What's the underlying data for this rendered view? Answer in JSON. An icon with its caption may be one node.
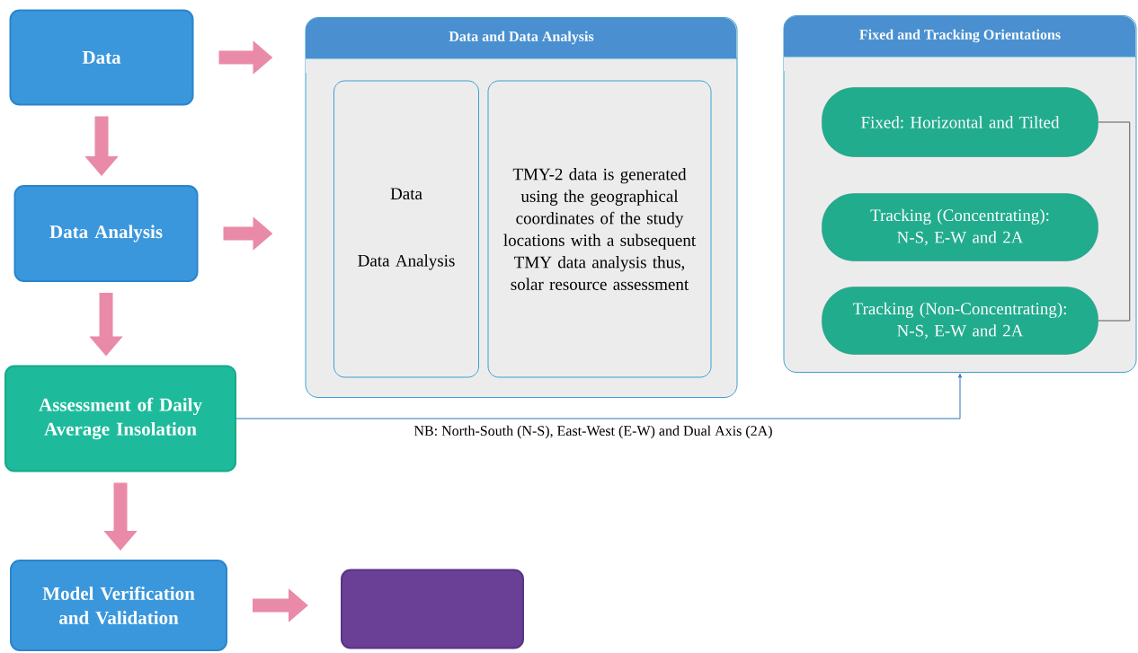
{
  "diagram": {
    "nodes": [
      {
        "text": [
          "Data"
        ]
      },
      {
        "text": [
          "Data Analysis"
        ]
      },
      {
        "text": [
          "Assessment of Daily Average Insolation"
        ]
      },
      {
        "text": [
          "Model Verification and Validation"
        ]
      },
      {
        "text": [],
        "shape": "box"
      },
      {
        "text": [
          "Data and Data Analysis"
        ]
      },
      {
        "text": [
          "Data",
          "Data Analysis"
        ],
        "in": 5
      },
      {
        "text": [
          "TMY-2 data is generated using the geographical coordinates of the study locations with a subsequent TMY data analysis thus, solar resource assessment"
        ],
        "in": 5
      },
      {
        "text": [
          "Fixed and Tracking Orientations"
        ]
      },
      {
        "text": [
          "Fixed: Horizontal and Tilted"
        ],
        "in": 8
      },
      {
        "text": [
          "Tracking (Concentrating): N-S, E-W and 2A"
        ],
        "in": 8
      },
      {
        "text": [
          "Tracking (Non-Concentrating): N-S, E-W and 2A"
        ],
        "in": 8
      }
    ],
    "edges": [
      {
        "from": 0,
        "to": 5,
        "arrow": "to"
      },
      {
        "from": 1,
        "to": 5,
        "arrow": "to"
      },
      {
        "from": 0,
        "to": 1,
        "arrow": "to"
      },
      {
        "from": 1,
        "to": 2,
        "arrow": "to"
      },
      {
        "from": 2,
        "to": 3,
        "arrow": "to"
      },
      {
        "from": 3,
        "to": 4,
        "arrow": "to"
      },
      {
        "from": 2,
        "to": 8,
        "arrow": "to",
        "color": "#2e75b6"
      },
      {
        "from": 9,
        "to": 11,
        "arrow": "none",
        "color": "#595959"
      }
    ],
    "labels": [
      "NB: North-South (N-S), East-West (E-W) and Dual Axis (2A)"
    ]
  }
}
